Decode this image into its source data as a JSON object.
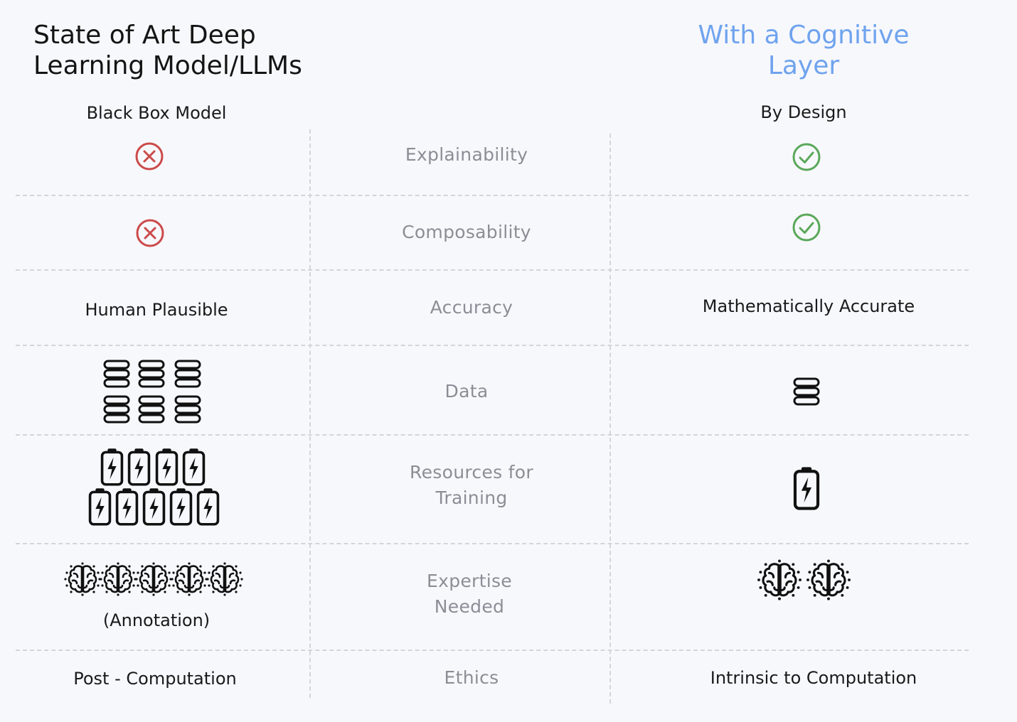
{
  "header": {
    "left_title": "State of Art Deep\nLearning Model/LLMs",
    "right_title": "With a Cognitive\nLayer",
    "left_subtitle": "Black Box Model",
    "right_subtitle": "By Design"
  },
  "rows": [
    {
      "criterion": "Explainability",
      "left": {
        "icon": "x-circle-icon"
      },
      "right": {
        "icon": "check-circle-icon"
      }
    },
    {
      "criterion": "Composability",
      "left": {
        "icon": "x-circle-icon"
      },
      "right": {
        "icon": "check-circle-icon"
      }
    },
    {
      "criterion": "Accuracy",
      "left": {
        "text": "Human Plausible"
      },
      "right": {
        "text": "Mathematically Accurate"
      }
    },
    {
      "criterion": "Data",
      "left": {
        "icon": "database-icon",
        "count": 6
      },
      "right": {
        "icon": "database-icon",
        "count": 1
      }
    },
    {
      "criterion": "Resources for\nTraining",
      "left": {
        "icon": "battery-icon",
        "count": 9
      },
      "right": {
        "icon": "battery-icon",
        "count": 1
      }
    },
    {
      "criterion": "Expertise\nNeeded",
      "left": {
        "icon": "brain-icon",
        "count": 5,
        "text": "(Annotation)"
      },
      "right": {
        "icon": "brain-icon",
        "count": 2
      }
    },
    {
      "criterion": "Ethics",
      "left": {
        "text": "Post - Computation"
      },
      "right": {
        "text": "Intrinsic to Computation"
      }
    }
  ],
  "colors": {
    "accent_title": "#6fa3ee",
    "cross": "#cc4a4a",
    "check": "#5aa85a",
    "criteria_text": "#8d8d96",
    "divider": "#d4d5da"
  }
}
